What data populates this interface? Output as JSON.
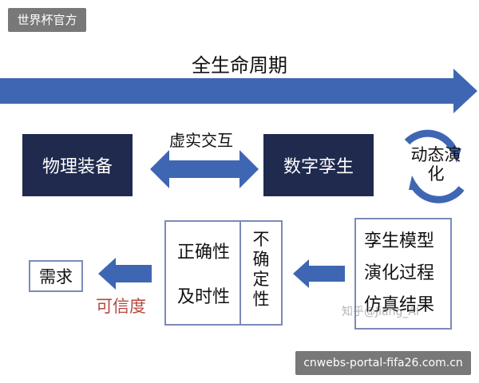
{
  "header": {
    "watermark_label": "世界杯官方"
  },
  "diagram": {
    "lifecycle_label": "全生命周期",
    "physical_label": "物理装备",
    "interaction_label": "虚实交互",
    "twin_label": "数字孪生",
    "evolution_label": "动态演化",
    "model_items": [
      "孪生模型",
      "演化过程",
      "仿真结果"
    ],
    "accuracy_label": "正确性",
    "timeliness_label": "及时性",
    "uncertainty_label": "不确定性",
    "credibility_label": "可信度",
    "demand_label": "需求"
  },
  "footer": {
    "url_label": "cnwebs-portal-fifa26.com.cn",
    "author_watermark": "知乎@Jiang_AI"
  },
  "colors": {
    "arrow_blue": "#3f66b3",
    "dark_box": "#1f2a4e",
    "credibility_red": "#b5473f"
  }
}
